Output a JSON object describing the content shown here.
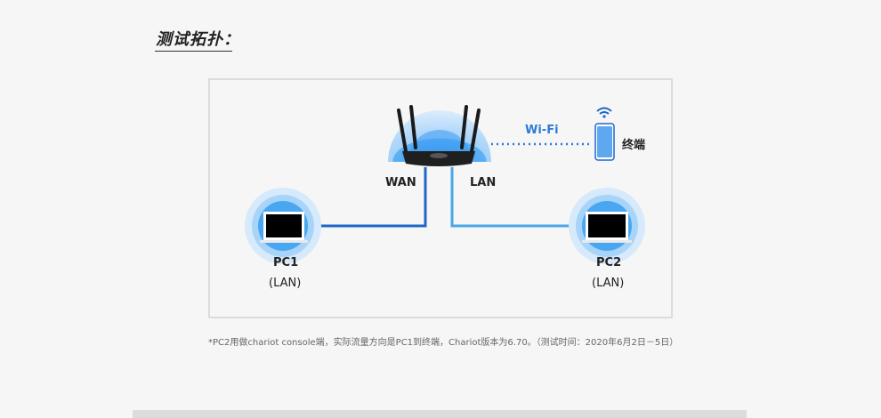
{
  "section": {
    "title": "测试拓扑："
  },
  "diagram": {
    "labels": {
      "wan": "WAN",
      "lan": "LAN",
      "wifi": "Wi-Fi",
      "terminal": "终端",
      "pc1_name": "PC1",
      "pc1_conn": "(LAN)",
      "pc2_name": "PC2",
      "pc2_conn": "(LAN)"
    },
    "colors": {
      "wan_line": "#1e66c8",
      "lan_line": "#4aa6e8",
      "wifi_dots": "#2a7bd6",
      "halo_outer": "#d6eafb",
      "halo_inner": "#3fa3f0"
    },
    "icons": [
      "router-icon",
      "laptop-icon",
      "phone-icon",
      "wifi-signal-icon"
    ]
  },
  "footnote": "*PC2用做chariot console端，实际流量方向是PC1到终端，Chariot版本为6.70。（测试时间：2020年6月2日－5日）"
}
